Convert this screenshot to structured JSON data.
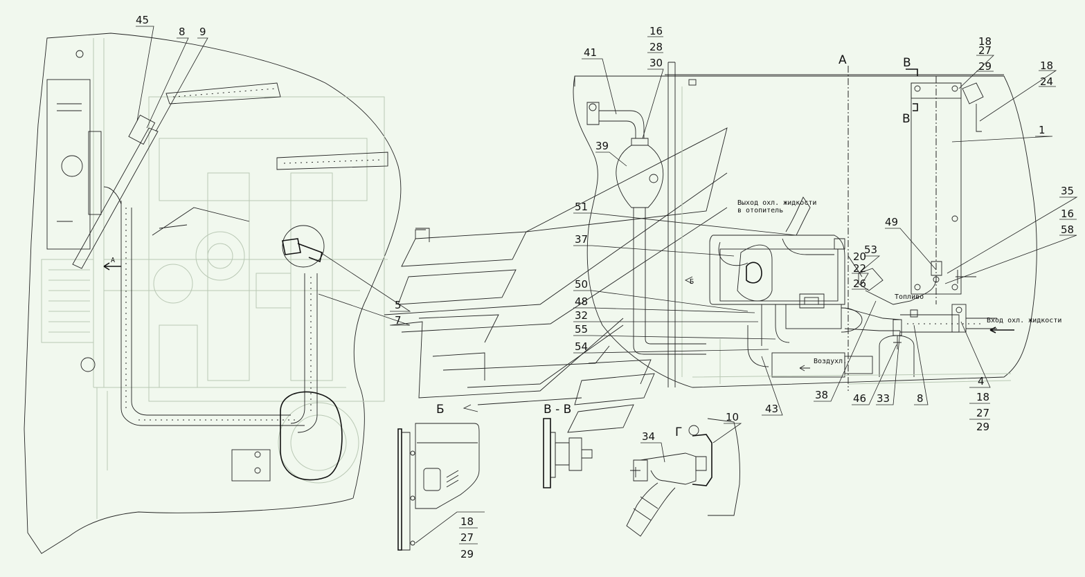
{
  "colors": {
    "background": "#f1f8ee",
    "ink": "#111111",
    "faint": "#b9c8b4"
  },
  "notes": {
    "outlet": [
      "Выход охл. жидкости",
      "в отопитель"
    ],
    "inlet": "Вход охл. жидкости",
    "fuel": "Топливо",
    "air": "Воздухл."
  },
  "sections": {
    "a_top": "А",
    "a_left": "А",
    "b_left": "Б",
    "b_mid": "Б",
    "v_top": "В",
    "v_top2": "В",
    "vv": "В - В",
    "g": "Г"
  },
  "callouts": {
    "c45": "45",
    "c8a": "8",
    "c9": "9",
    "c41": "41",
    "c16a": "16",
    "c28": "28",
    "c30": "30",
    "c18a": "18",
    "c27a": "27",
    "c29a": "29",
    "c18b": "18",
    "c24": "24",
    "c1": "1",
    "c39": "39",
    "c35": "35",
    "c16b": "16",
    "c58": "58",
    "c49": "49",
    "c51": "51",
    "c37": "37",
    "c53": "53",
    "c20": "20",
    "c22": "22",
    "c26": "26",
    "c50": "50",
    "c48": "48",
    "c32": "32",
    "c55": "55",
    "c54": "54",
    "c5": "5",
    "c7": "7",
    "c43": "43",
    "c38": "38",
    "c46": "46",
    "c33": "33",
    "c8b": "8",
    "c4": "4",
    "c18c": "18",
    "c27c": "27",
    "c29c": "29",
    "c34": "34",
    "c10": "10",
    "c18d": "18",
    "c27d": "27",
    "c29d": "29"
  }
}
